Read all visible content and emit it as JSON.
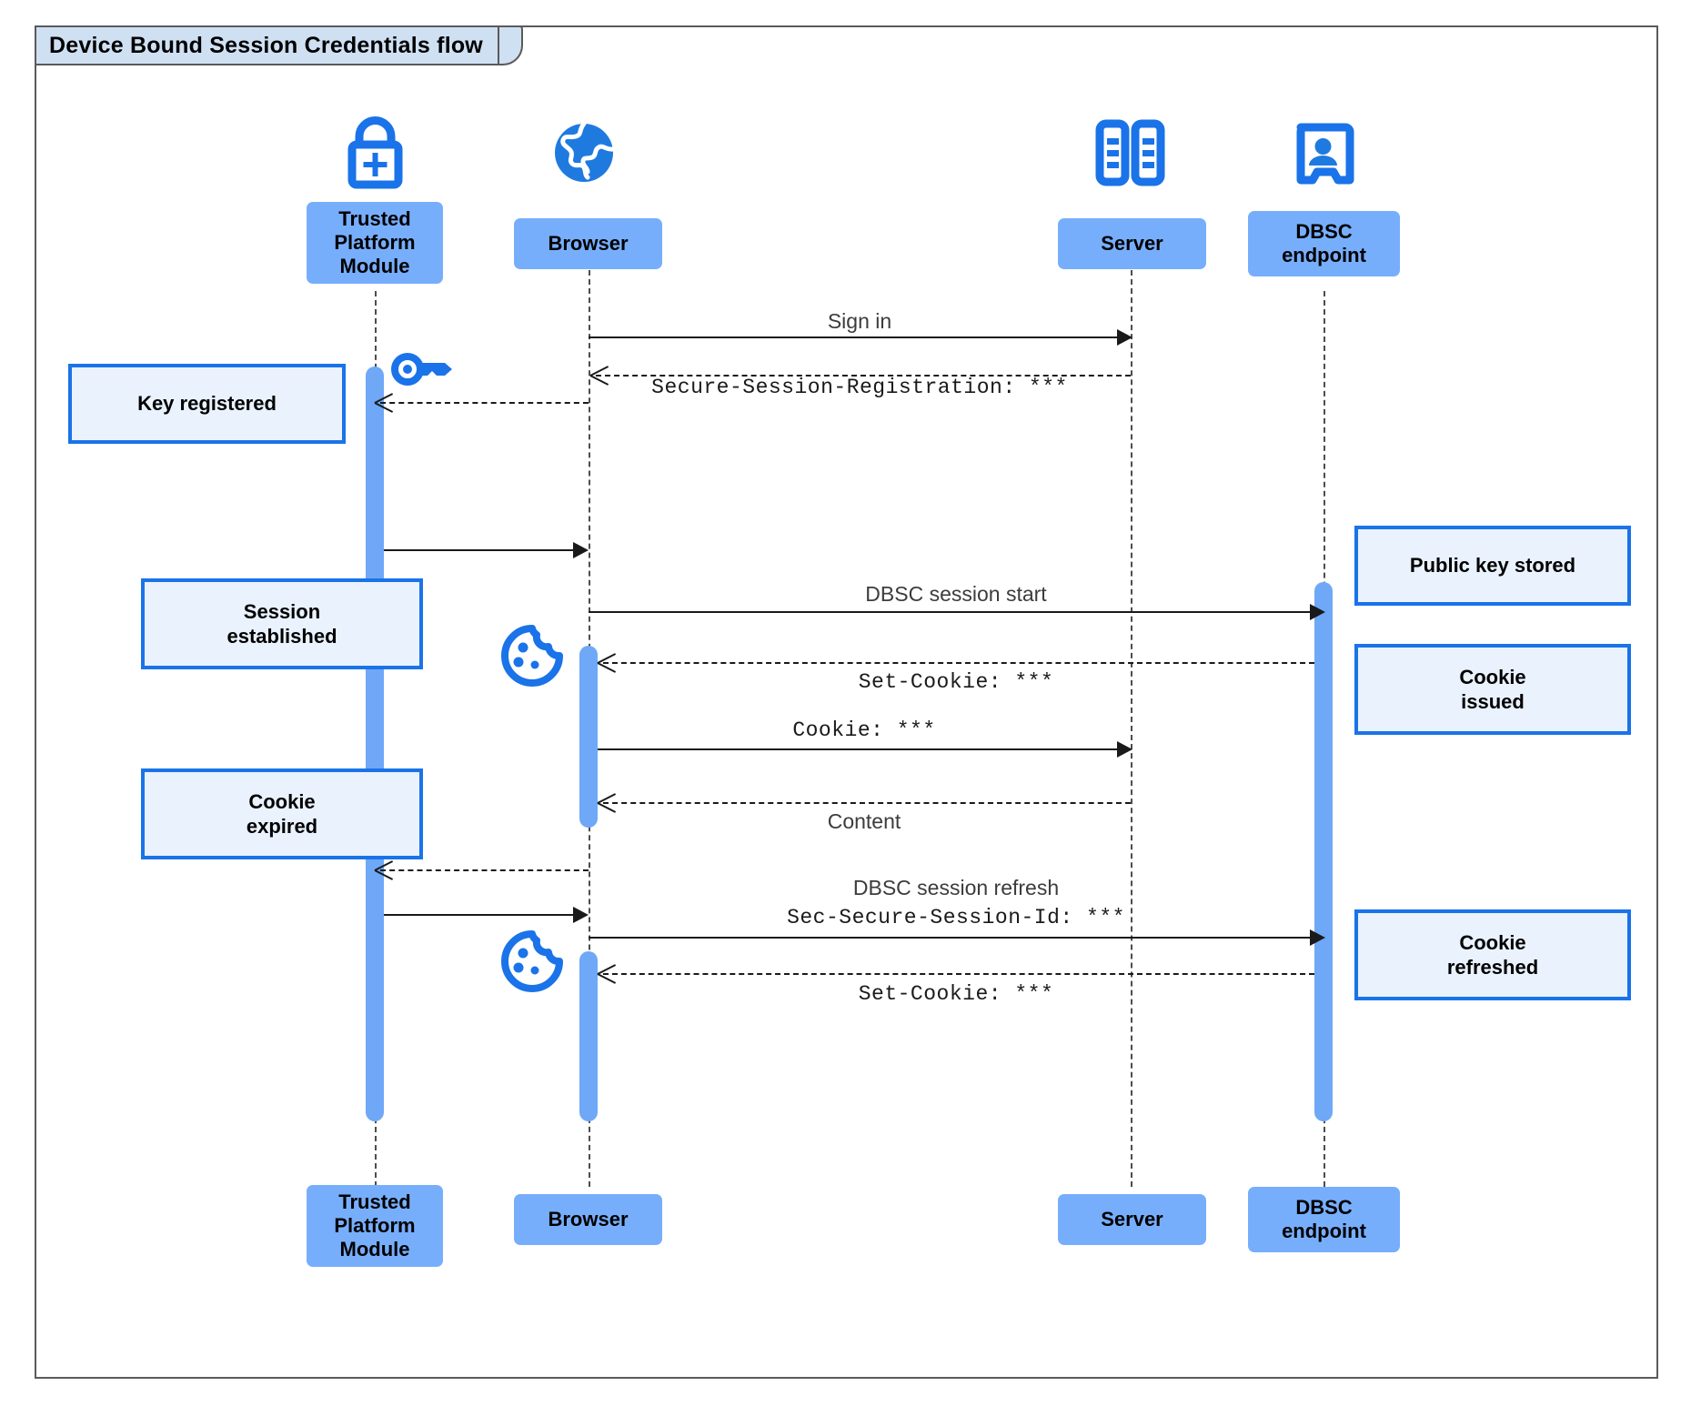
{
  "frame": {
    "title": "Device Bound Session Credentials flow"
  },
  "colors": {
    "participant_fill": "#77aefc",
    "note_fill": "#eaf2fe",
    "note_border": "#1a73e8",
    "activation_fill": "#6fa8f7",
    "icon_blue": "#1a73e8",
    "frame_title_fill": "#cfe0f3",
    "frame_border": "#5a5a5a"
  },
  "participants": [
    {
      "id": "tpm",
      "label": "Trusted\nPlatform\nModule",
      "icon": "lock-plus-icon"
    },
    {
      "id": "browser",
      "label": "Browser",
      "icon": "globe-icon"
    },
    {
      "id": "server",
      "label": "Server",
      "icon": "server-rack-icon"
    },
    {
      "id": "dbsc",
      "label": "DBSC\nendpoint",
      "icon": "id-badge-icon"
    }
  ],
  "participants_bottom": [
    {
      "id": "tpm",
      "label": "Trusted\nPlatform\nModule"
    },
    {
      "id": "browser",
      "label": "Browser"
    },
    {
      "id": "server",
      "label": "Server"
    },
    {
      "id": "dbsc",
      "label": "DBSC\nendpoint"
    }
  ],
  "messages": [
    {
      "id": "m1",
      "label": "Sign in",
      "style": "sans",
      "arrow": "solid",
      "from": "browser",
      "to": "server"
    },
    {
      "id": "m2",
      "label": "Secure-Session-Registration: ***",
      "style": "mono",
      "arrow": "dashed",
      "from": "server",
      "to": "browser"
    },
    {
      "id": "m3",
      "label": "",
      "style": "mono",
      "arrow": "dashed",
      "from": "browser",
      "to": "tpm"
    },
    {
      "id": "m4",
      "label": "",
      "style": "sans",
      "arrow": "solid",
      "from": "tpm",
      "to": "browser"
    },
    {
      "id": "m5",
      "label": "DBSC session start",
      "style": "sans",
      "arrow": "solid",
      "from": "browser",
      "to": "dbsc"
    },
    {
      "id": "m6",
      "label": "Set-Cookie: ***",
      "style": "mono",
      "arrow": "dashed",
      "from": "dbsc",
      "to": "browser"
    },
    {
      "id": "m7",
      "label": "Cookie: ***",
      "style": "mono",
      "arrow": "solid",
      "from": "browser",
      "to": "server"
    },
    {
      "id": "m8",
      "label": "Content",
      "style": "sans",
      "arrow": "dashed",
      "from": "server",
      "to": "browser"
    },
    {
      "id": "m9",
      "label": "",
      "style": "sans",
      "arrow": "dashed",
      "from": "browser",
      "to": "tpm"
    },
    {
      "id": "m10",
      "label": "DBSC session refresh",
      "style": "sans",
      "arrow": "solid",
      "from": "tpm",
      "to": "browser"
    },
    {
      "id": "m11",
      "label": "Sec-Secure-Session-Id: ***",
      "style": "mono",
      "arrow": "solid",
      "from": "browser",
      "to": "dbsc"
    },
    {
      "id": "m12",
      "label": "Set-Cookie: ***",
      "style": "mono",
      "arrow": "dashed",
      "from": "dbsc",
      "to": "browser"
    }
  ],
  "notes": [
    {
      "id": "n1",
      "label": "Key registered",
      "side": "left"
    },
    {
      "id": "n2",
      "label": "Session\nestablished",
      "side": "left"
    },
    {
      "id": "n3",
      "label": "Cookie\nexpired",
      "side": "left"
    },
    {
      "id": "n4",
      "label": "Public key stored",
      "side": "right"
    },
    {
      "id": "n5",
      "label": "Cookie\nissued",
      "side": "right"
    },
    {
      "id": "n6",
      "label": "Cookie\nrefreshed",
      "side": "right"
    }
  ],
  "inline_icons": [
    {
      "id": "key1",
      "name": "key-icon",
      "near": "tpm"
    },
    {
      "id": "cookie1",
      "name": "cookie-icon",
      "near": "browser"
    },
    {
      "id": "cookie2",
      "name": "cookie-icon",
      "near": "browser"
    }
  ]
}
